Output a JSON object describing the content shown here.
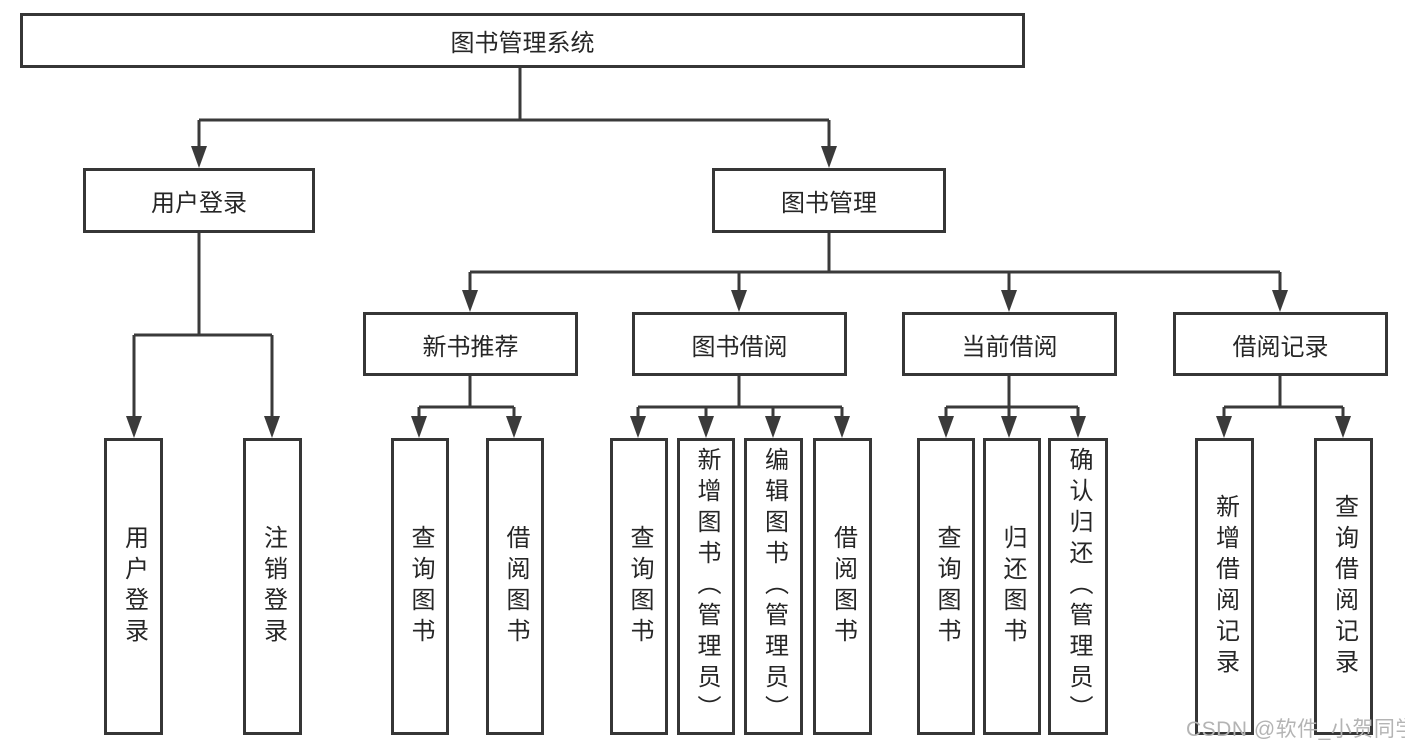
{
  "diagram": {
    "type": "hierarchy-tree",
    "root": {
      "label": "图书管理系统",
      "children": [
        {
          "label": "用户登录",
          "children": [
            {
              "label": "用户登录"
            },
            {
              "label": "注销登录"
            }
          ]
        },
        {
          "label": "图书管理",
          "children": [
            {
              "label": "新书推荐",
              "children": [
                {
                  "label": "查询图书"
                },
                {
                  "label": "借阅图书"
                }
              ]
            },
            {
              "label": "图书借阅",
              "children": [
                {
                  "label": "查询图书"
                },
                {
                  "label": "新增图书（管理员）"
                },
                {
                  "label": "编辑图书（管理员）"
                },
                {
                  "label": "借阅图书"
                }
              ]
            },
            {
              "label": "当前借阅",
              "children": [
                {
                  "label": "查询图书"
                },
                {
                  "label": "归还图书"
                },
                {
                  "label": "确认归还（管理员）"
                }
              ]
            },
            {
              "label": "借阅记录",
              "children": [
                {
                  "label": "新增借阅记录"
                },
                {
                  "label": "查询借阅记录"
                }
              ]
            }
          ]
        }
      ]
    }
  },
  "watermark": {
    "text": "CSDN @软件_小贺同学"
  },
  "colors": {
    "background": "#ffffff",
    "box_fill": "#ffffff",
    "box_border": "#363636",
    "line": "#3a3a3a",
    "text": "#262626",
    "watermark": "#b4b4b4"
  }
}
